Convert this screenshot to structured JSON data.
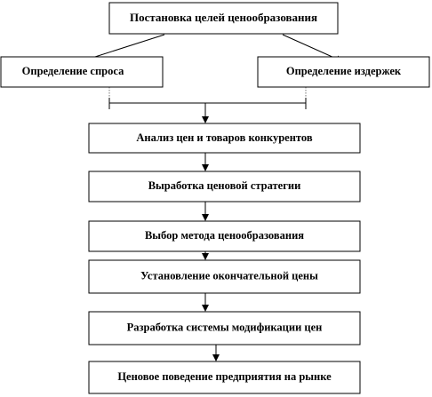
{
  "diagram": {
    "top_box": "Постановка целей ценообразования",
    "left_box": "Определение спроса",
    "right_box": "Определение издержек",
    "steps": [
      "Анализ цен и товаров конкурентов",
      "Выработка  ценовой  стратегии",
      "Выбор метода ценообразования",
      "Установление окончательной цены",
      "Разработка системы модификации цен",
      "Ценовое поведение предприятия на рынке"
    ]
  }
}
